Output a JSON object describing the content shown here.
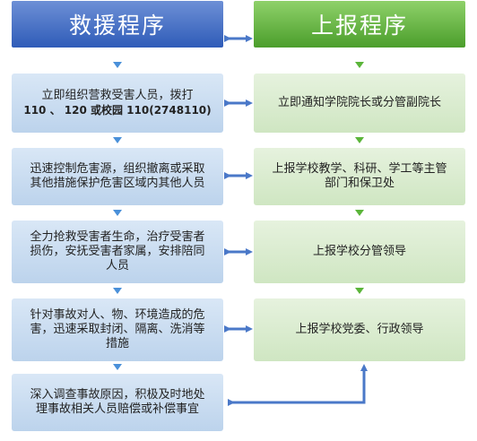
{
  "rescue": {
    "title": "救援程序",
    "steps": [
      {
        "line1": "立即组织营救受害人员，拨打",
        "line2": "110 、 120 或校园 110(2748110)"
      },
      {
        "text": "迅速控制危害源，组织撤离或采取\n其他措施保护危害区域内其他人员"
      },
      {
        "text": "全力抢救受害者生命，治疗受害者\n损伤，安抚受害者家属，安排陪同\n人员"
      },
      {
        "text": "针对事故对人、物、环境造成的危\n害，迅速采取封闭、隔离、洗消等\n措施"
      },
      {
        "text": "深入调查事故原因，积极及时地处\n理事故相关人员赔偿或补偿事宜"
      }
    ]
  },
  "report": {
    "title": "上报程序",
    "steps": [
      {
        "text": "立即通知学院院长或分管副院长"
      },
      {
        "text": "上报学校教学、科研、学工等主管\n部门和保卫处"
      },
      {
        "text": "上报学校分管领导"
      },
      {
        "text": "上报学校党委、行政领导"
      }
    ]
  },
  "colors": {
    "rescue_accent": "#2f5cb8",
    "report_accent": "#4b9e2b",
    "connector": "#4a78c8"
  }
}
